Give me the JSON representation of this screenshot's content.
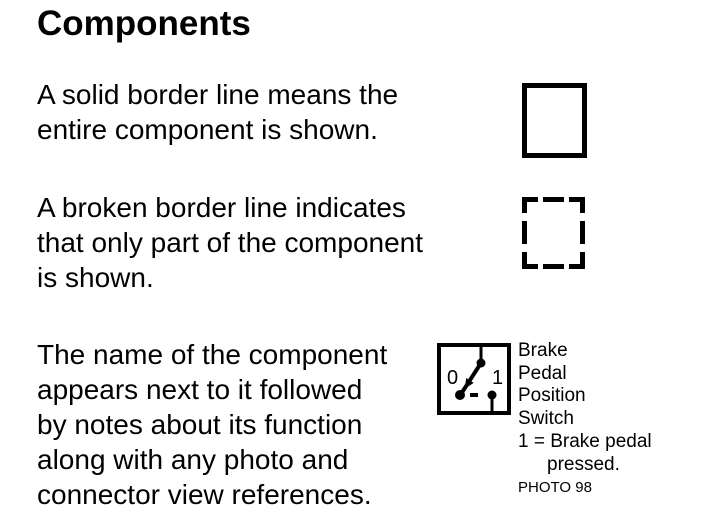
{
  "page": {
    "title": "Components",
    "background_color": "#ffffff",
    "text_color": "#000000"
  },
  "sections": {
    "solid_border": {
      "text": "A solid border line means the\nentire component is shown."
    },
    "broken_border": {
      "text": "A broken border line indicates\nthat only part of the component\nis shown."
    },
    "component_name": {
      "text": "The name of the component\nappears next to it followed\nby notes about its function\nalong with any photo and\nconnector view references."
    }
  },
  "switch_symbol": {
    "position_0_label": "0",
    "position_1_label": "1"
  },
  "component_note": {
    "lines": [
      "Brake",
      "Pedal",
      "Position",
      "Switch",
      "1 = Brake pedal",
      "pressed."
    ],
    "photo_ref": "PHOTO 98"
  }
}
